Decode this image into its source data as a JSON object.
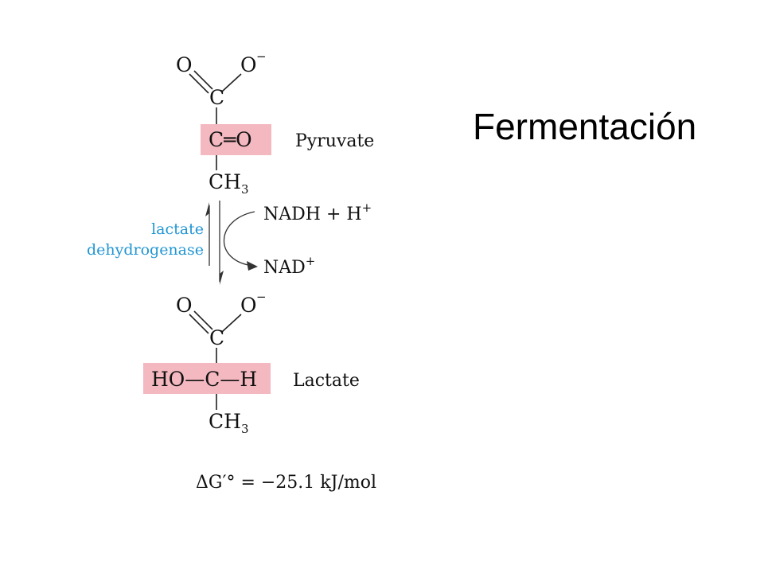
{
  "title": "Fermentación",
  "colors": {
    "highlight": "#f4b8c0",
    "enzyme": "#2196d3",
    "text": "#111111"
  },
  "pyruvate": {
    "o_left": "O",
    "o_right": "O",
    "o_charge": "−",
    "carboxyl_c": "C",
    "keto_group": "C═O",
    "methyl": "CH",
    "methyl_sub": "3",
    "name": "Pyruvate"
  },
  "enzyme": {
    "line1": "lactate",
    "line2": "dehydrogenase"
  },
  "cofactor": {
    "in_main": "NADH + H",
    "in_sup": "+",
    "out_main": "NAD",
    "out_sup": "+"
  },
  "lactate": {
    "o_left": "O",
    "o_right": "O",
    "o_charge": "−",
    "carboxyl_c": "C",
    "hydroxyl_group": "HO—C—H",
    "methyl": "CH",
    "methyl_sub": "3",
    "name": "Lactate"
  },
  "energy": {
    "label": "ΔG′° = −25.1 kJ/mol"
  }
}
